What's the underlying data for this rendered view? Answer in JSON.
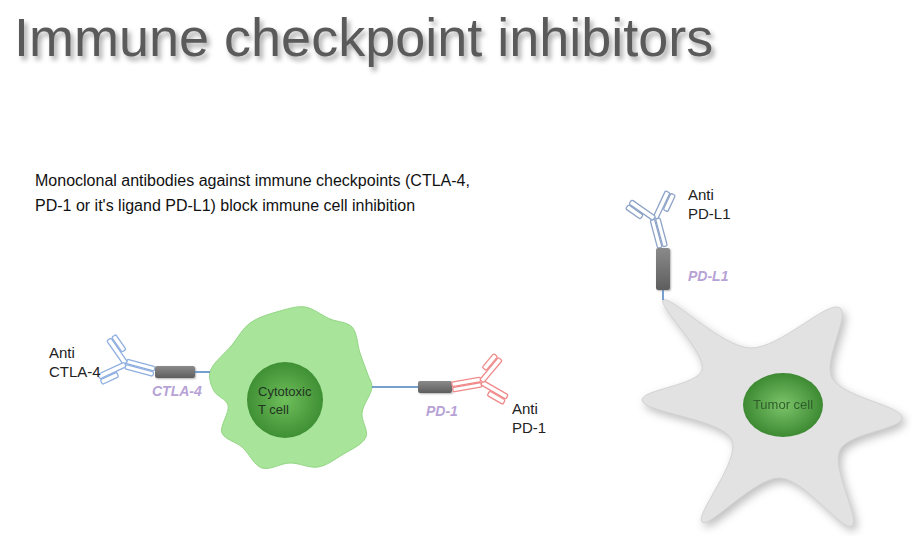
{
  "diagram": {
    "title": "Immune checkpoint inhibitors",
    "nodes": [
      {
        "text": [
          "Anti PD-L1"
        ]
      },
      {
        "text": [
          "PD-L1"
        ]
      },
      {
        "text": [
          "Anti CTLA-4"
        ]
      },
      {
        "text": [
          "CTLA-4"
        ]
      },
      {
        "text": [
          "Cytotoxic T cell"
        ]
      },
      {
        "text": [
          "PD-1"
        ]
      },
      {
        "text": [
          "Anti PD-1"
        ]
      },
      {
        "text": [
          "Tumor cell"
        ]
      }
    ],
    "edges": [
      {
        "from": 3,
        "to": 4,
        "arrow": "none"
      },
      {
        "from": 5,
        "to": 4,
        "arrow": "none"
      },
      {
        "from": 1,
        "to": 7,
        "arrow": "none"
      }
    ],
    "labels": [
      "Monoclonal antibodies against immune checkpoints (CTLA-4, PD-1 or it's ligand PD-L1) block immune cell inhibition"
    ]
  }
}
